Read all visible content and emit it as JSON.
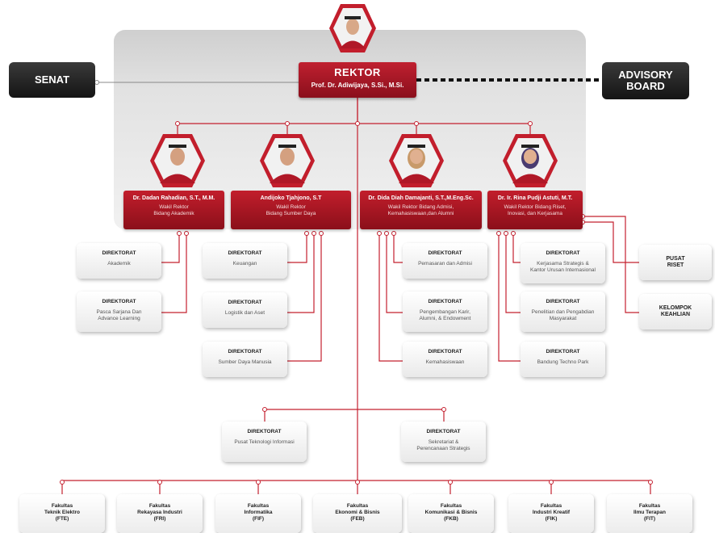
{
  "senat": "SENAT",
  "advisory": [
    "ADVISORY",
    "BOARD"
  ],
  "rektor": {
    "title": "REKTOR",
    "name": "Prof. Dr. Adiwijaya, S.Si., M.Si."
  },
  "vice_rectors": [
    {
      "name": "Dr. Dadan Rahadian, S.T., M.M.",
      "role": [
        "Wakil Rektor",
        "Bidang Akademik"
      ]
    },
    {
      "name": "Andijoko Tjahjono, S.T",
      "role": [
        "Wakil Rektor",
        "Bidang Sumber Daya"
      ]
    },
    {
      "name": "Dr. Dida Diah Damajanti, S.T.,M.Eng.Sc.",
      "role": [
        "Wakil Rektor Bidang Admisi,",
        "Kemahasiswaan,dan Alumni"
      ]
    },
    {
      "name": "Dr. Ir. Rina Pudji Astuti, M.T.",
      "role": [
        "Wakil Rektor Bidang Riset,",
        "Inovasi, dan Kerjasama"
      ]
    }
  ],
  "dir_label": "DIREKTORAT",
  "dirs": {
    "akademik": [
      "Akademik"
    ],
    "pasca": [
      "Pasca Sarjana Dan",
      "Advance Learning"
    ],
    "keuangan": [
      "Keuangan"
    ],
    "logistik": [
      "Logistik dan Aset"
    ],
    "sdm": [
      "Sumber Daya Manusia"
    ],
    "pemasaran": [
      "Pemasaran dan Admisi"
    ],
    "karir": [
      "Pengembangan Karir,",
      "Alumni, & Endowment"
    ],
    "kemahasiswaan": [
      "Kemahasiswaan"
    ],
    "kerjasama": [
      "Kerjasama Strategis &",
      "Kantor Urusan Internasional"
    ],
    "penelitian": [
      "Penelitian dan Pengabdian",
      "Masyarakat"
    ],
    "techno": [
      "Bandung Techno Park"
    ],
    "pti": [
      "Pusat Teknologi Informasi"
    ],
    "sekretariat": [
      "Sekretariat &",
      "Perencanaan Strategis"
    ]
  },
  "pusat_riset": [
    "PUSAT",
    "RISET"
  ],
  "kelompok": [
    "KELOMPOK",
    "KEAHLIAN"
  ],
  "faculties": [
    [
      "Fakultas",
      "Teknik Elektro",
      "(FTE)"
    ],
    [
      "Fakultas",
      "Rekayasa Industri",
      "(FRI)"
    ],
    [
      "Fakultas",
      "Informatika",
      "(FIF)"
    ],
    [
      "Fakultas",
      "Ekonomi & Bisnis",
      "(FEB)"
    ],
    [
      "Fakultas",
      "Komunikasi & Bisnis",
      "(FKB)"
    ],
    [
      "Fakultas",
      "Industri Kreatif",
      "(FIK)"
    ],
    [
      "Fakultas",
      "Ilmu Terapan",
      "(FIT)"
    ]
  ],
  "colors": {
    "red": "#b8192a",
    "dark": "#1e1e1e",
    "line": "#c4202f"
  }
}
